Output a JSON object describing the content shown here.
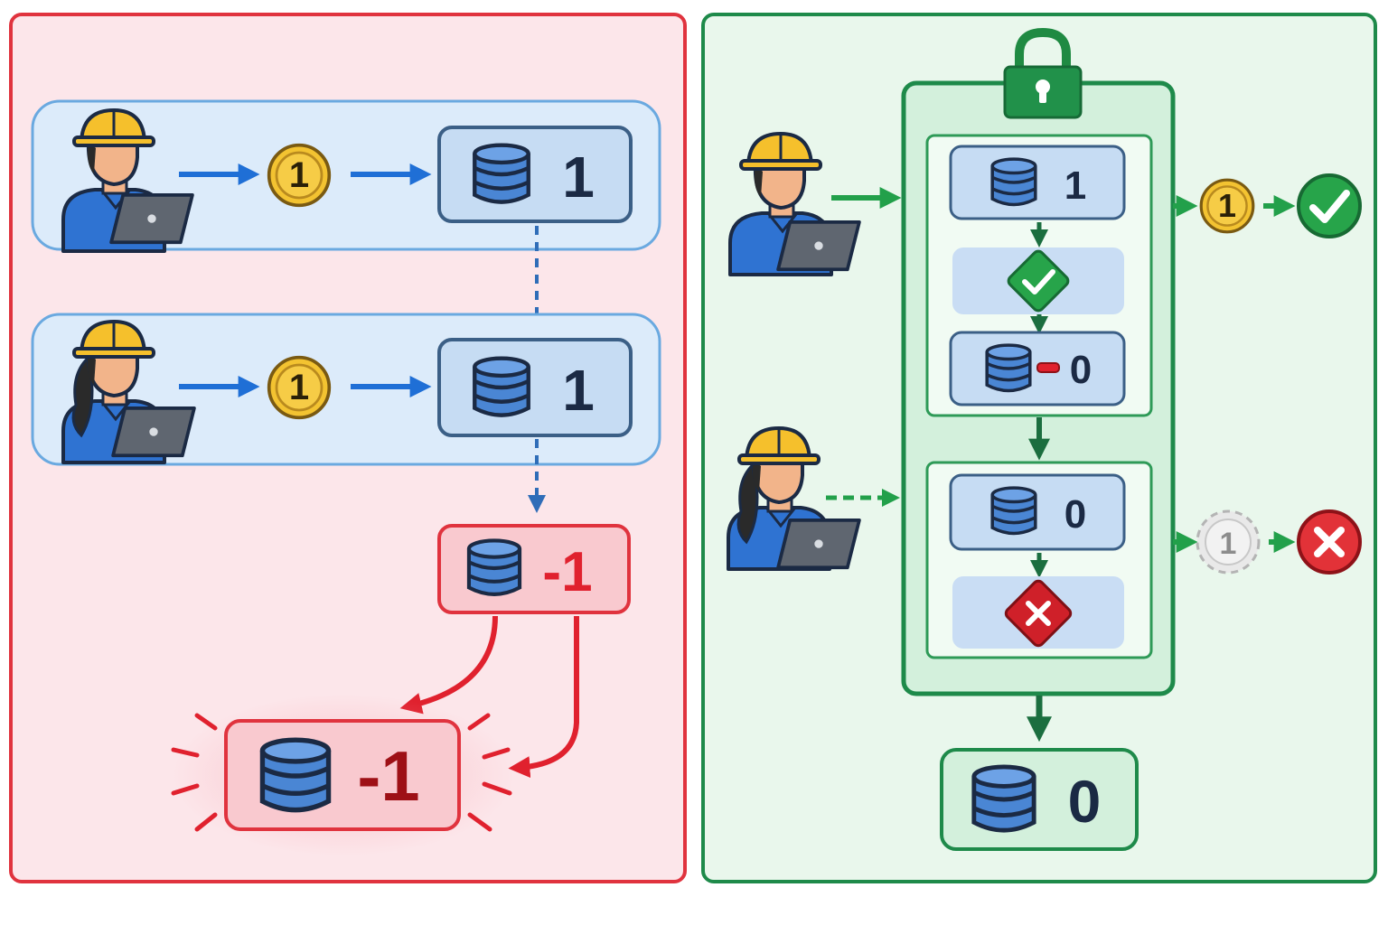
{
  "colors": {
    "unsafe_border": "#e0333e",
    "unsafe_bg": "#fce6ea",
    "safe_border": "#1e8a4a",
    "safe_bg": "#e9f7ec",
    "transaction_border": "#6aa9e0",
    "transaction_bg": "#dcebfa",
    "database_blue": "#3a78c9",
    "coin_gold": "#f2c12e",
    "success_green": "#27a44a",
    "error_red": "#d9232d"
  },
  "icons": [
    "worker-icon",
    "laptop-icon",
    "coin-icon",
    "database-icon",
    "padlock-icon",
    "check-icon",
    "cross-icon",
    "arrow-icon"
  ],
  "unsafe": {
    "transaction_1": {
      "coin": "1",
      "stock": "1"
    },
    "transaction_2": {
      "coin": "1",
      "stock": "1"
    },
    "after_first_write": "-1",
    "final_stock": "-1"
  },
  "safe": {
    "locked_step_1": {
      "read_stock": "1",
      "check": "pass",
      "written_stock": "0"
    },
    "locked_step_2": {
      "read_stock": "0",
      "check": "fail"
    },
    "outcome_1": {
      "coin": "1",
      "result": "success"
    },
    "outcome_2": {
      "coin": "1",
      "result": "rejected"
    },
    "final_stock": "0"
  }
}
